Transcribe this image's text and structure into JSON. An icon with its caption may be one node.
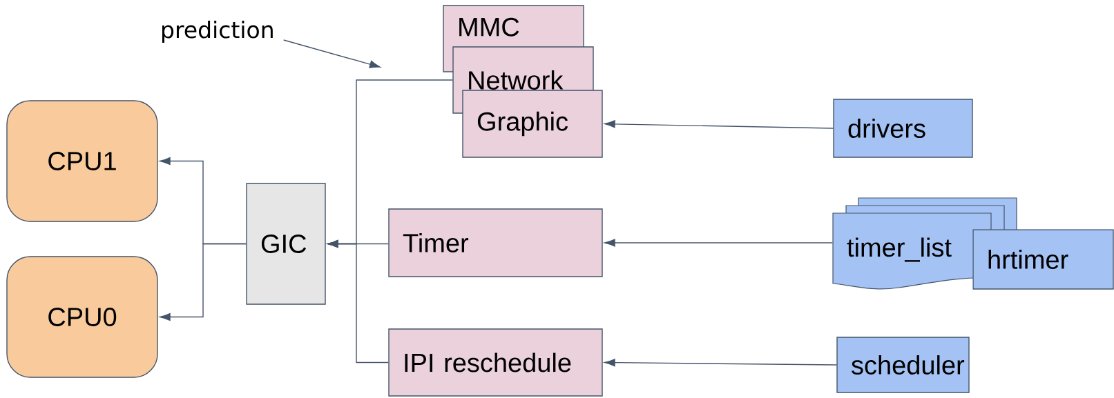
{
  "diagram": {
    "nodes": [
      {
        "text": [
          "CPU1"
        ]
      },
      {
        "text": [
          "CPU0"
        ]
      },
      {
        "text": [
          "GIC"
        ]
      },
      {
        "text": [
          "MMC"
        ]
      },
      {
        "text": [
          "Network"
        ]
      },
      {
        "text": [
          "Graphic"
        ]
      },
      {
        "text": [
          "drivers"
        ]
      },
      {
        "text": [
          "Timer"
        ]
      },
      {
        "text": [
          "timer_list"
        ]
      },
      {
        "text": [
          "hrtimer"
        ]
      },
      {
        "text": [
          "IPI reschedule"
        ]
      },
      {
        "text": [
          "scheduler"
        ]
      },
      {
        "text": [
          "prediction"
        ]
      }
    ],
    "edges": [
      {
        "from": 12,
        "to": null,
        "arrow": "to"
      },
      {
        "from": 4,
        "to": 2,
        "arrow": "to"
      },
      {
        "from": 6,
        "to": 5,
        "arrow": "to"
      },
      {
        "from": 7,
        "to": 2,
        "arrow": "to"
      },
      {
        "from": 8,
        "to": 7,
        "arrow": "to"
      },
      {
        "from": 10,
        "to": 2,
        "arrow": "to"
      },
      {
        "from": 11,
        "to": 10,
        "arrow": "to"
      },
      {
        "from": 2,
        "to": 0,
        "arrow": "to"
      },
      {
        "from": 2,
        "to": 1,
        "arrow": "to"
      }
    ]
  }
}
